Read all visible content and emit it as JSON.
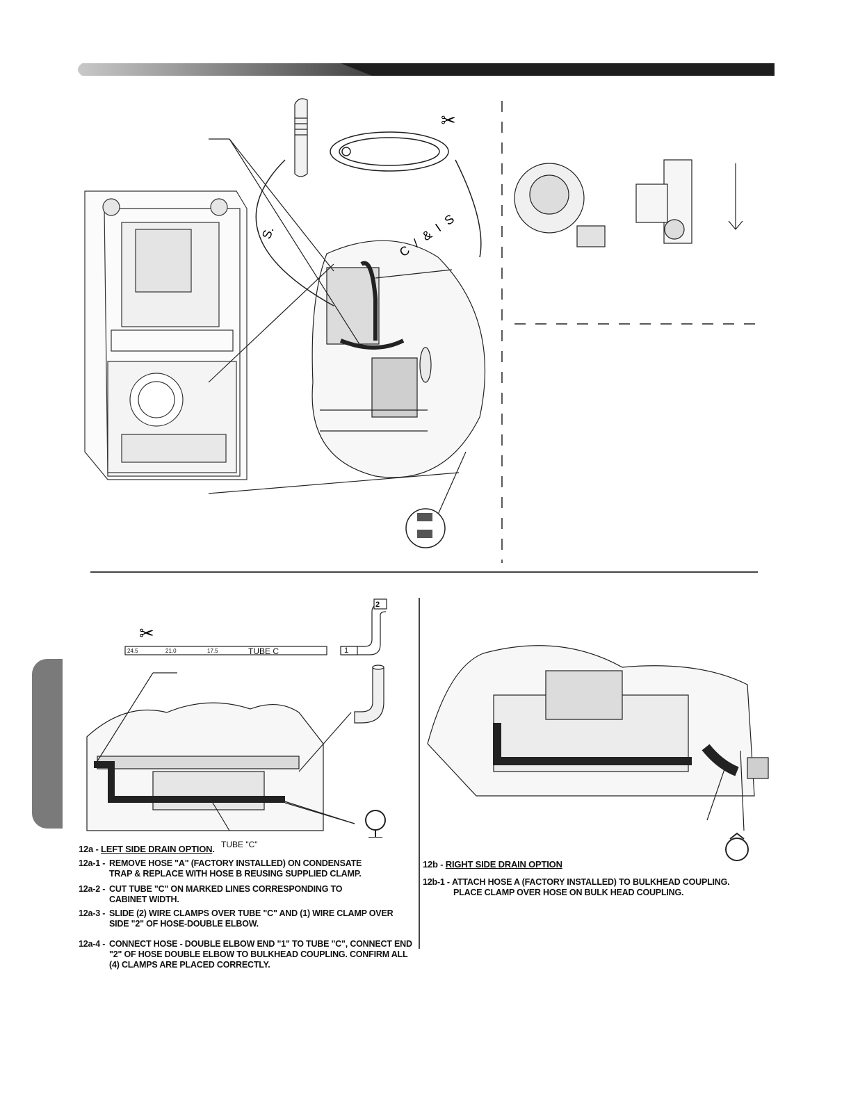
{
  "top_diagram": {
    "curved_text_left": "S.",
    "curved_text_right": "C / & I S"
  },
  "tube_c": {
    "marks": [
      "24.5",
      "21.0",
      "17.5"
    ],
    "label": "TUBE C",
    "callout": "TUBE \"C\""
  },
  "double_elbow": {
    "end1": "1",
    "end2": "2"
  },
  "left_option": {
    "number": "12a - ",
    "title": "LEFT SIDE DRAIN OPTION",
    "title_suffix": ".",
    "steps": [
      {
        "num": "12a-1 - ",
        "line1": "REMOVE HOSE \"A\" (FACTORY INSTALLED) ON CONDENSATE",
        "line2": "TRAP & REPLACE WITH HOSE B REUSING SUPPLIED CLAMP."
      },
      {
        "num": "12a-2 - ",
        "line1": "CUT TUBE \"C\" ON MARKED LINES CORRESPONDING TO",
        "line2": "CABINET WIDTH."
      },
      {
        "num": "12a-3 - ",
        "line1": "SLIDE (2) WIRE CLAMPS OVER TUBE \"C\" AND (1) WIRE CLAMP OVER",
        "line2": "SIDE \"2\" OF HOSE-DOUBLE ELBOW."
      },
      {
        "num": "12a-4 - ",
        "line1": "CONNECT HOSE - DOUBLE ELBOW END \"1\" TO TUBE \"C\", CONNECT END",
        "line2": "\"2\" OF HOSE DOUBLE ELBOW TO BULKHEAD COUPLING.  CONFIRM ALL",
        "line3": "(4) CLAMPS ARE PLACED CORRECTLY."
      }
    ]
  },
  "right_option": {
    "number": "12b - ",
    "title": "RIGHT SIDE DRAIN OPTION",
    "steps": [
      {
        "num": "12b-1 - ",
        "line1": "ATTACH HOSE A (FACTORY INSTALLED) TO BULKHEAD COUPLING.",
        "line2": "PLACE CLAMP OVER HOSE ON BULK HEAD COUPLING."
      }
    ]
  }
}
